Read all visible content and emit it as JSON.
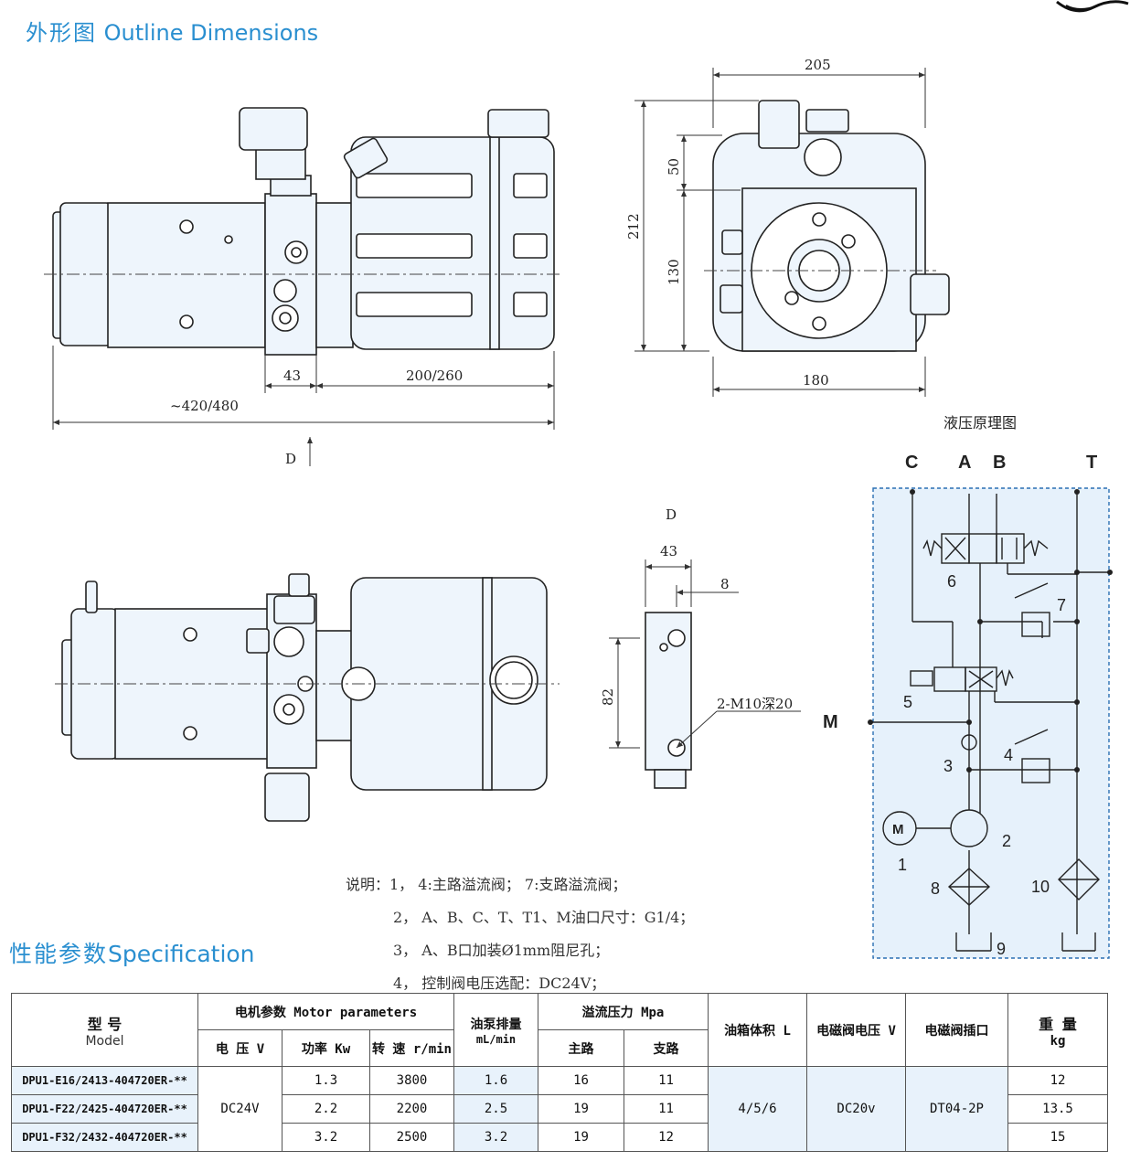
{
  "headings": {
    "outline_zh": "外形图",
    "outline_en": "Outline Dimensions",
    "spec_zh": "性能参数",
    "spec_en": "Specification"
  },
  "dims": {
    "d205": "205",
    "d212": "212",
    "d50": "50",
    "d130": "130",
    "d180": "180",
    "d43": "43",
    "d200": "200/260",
    "d420": "~420/480",
    "view_d": "D",
    "view_d2": "D",
    "d43b": "43",
    "d8": "8",
    "d82": "82",
    "thread": "2-M10深20"
  },
  "schematic": {
    "title": "液压原理图",
    "port_c": "C",
    "port_a": "A",
    "port_b": "B",
    "port_t": "T",
    "port_m": "M",
    "n1": "1",
    "n2": "2",
    "n3": "3",
    "n4": "4",
    "n5": "5",
    "n6": "6",
    "n7": "7",
    "n8": "8",
    "n9": "9",
    "n10": "10",
    "motor": "M"
  },
  "notes": {
    "n1": "说明：1， 4:主路溢流阀；   7:支路溢流阀；",
    "n2": "2， A、B、C、T、T1、M油口尺寸：G1/4；",
    "n3": "3， A、B口加装Ø1mm阻尼孔；",
    "n4": "4， 控制阀电压选配：DC24V；"
  },
  "table": {
    "h_model_zh": "型 号",
    "h_model_en": "Model",
    "h_motor": "电机参数 Motor parameters",
    "h_voltage": "电 压 V",
    "h_power": "功率 Kw",
    "h_speed": "转 速 r/min",
    "h_pump": "油泵排量",
    "h_pump_unit": "mL/min",
    "h_relief": "溢流压力   Mpa",
    "h_main": "主路",
    "h_branch": "支路",
    "h_tank": "油箱体积 L",
    "h_sol_v": "电磁阀电压 V",
    "h_sol_p": "电磁阀插口",
    "h_weight": "重   量",
    "h_weight_unit": "kg",
    "voltage": "DC24V",
    "tank": "4/5/6",
    "sol_v": "DC20v",
    "sol_p": "DT04-2P",
    "rows": [
      {
        "model": "DPU1-E16/2413-404720ER-**",
        "power": "1.3",
        "speed": "3800",
        "pump": "1.6",
        "main": "16",
        "branch": "11",
        "weight": "12"
      },
      {
        "model": "DPU1-F22/2425-404720ER-**",
        "power": "2.2",
        "speed": "2200",
        "pump": "2.5",
        "main": "19",
        "branch": "11",
        "weight": "13.5"
      },
      {
        "model": "DPU1-F32/2432-404720ER-**",
        "power": "3.2",
        "speed": "2500",
        "pump": "3.2",
        "main": "19",
        "branch": "12",
        "weight": "15"
      }
    ]
  }
}
